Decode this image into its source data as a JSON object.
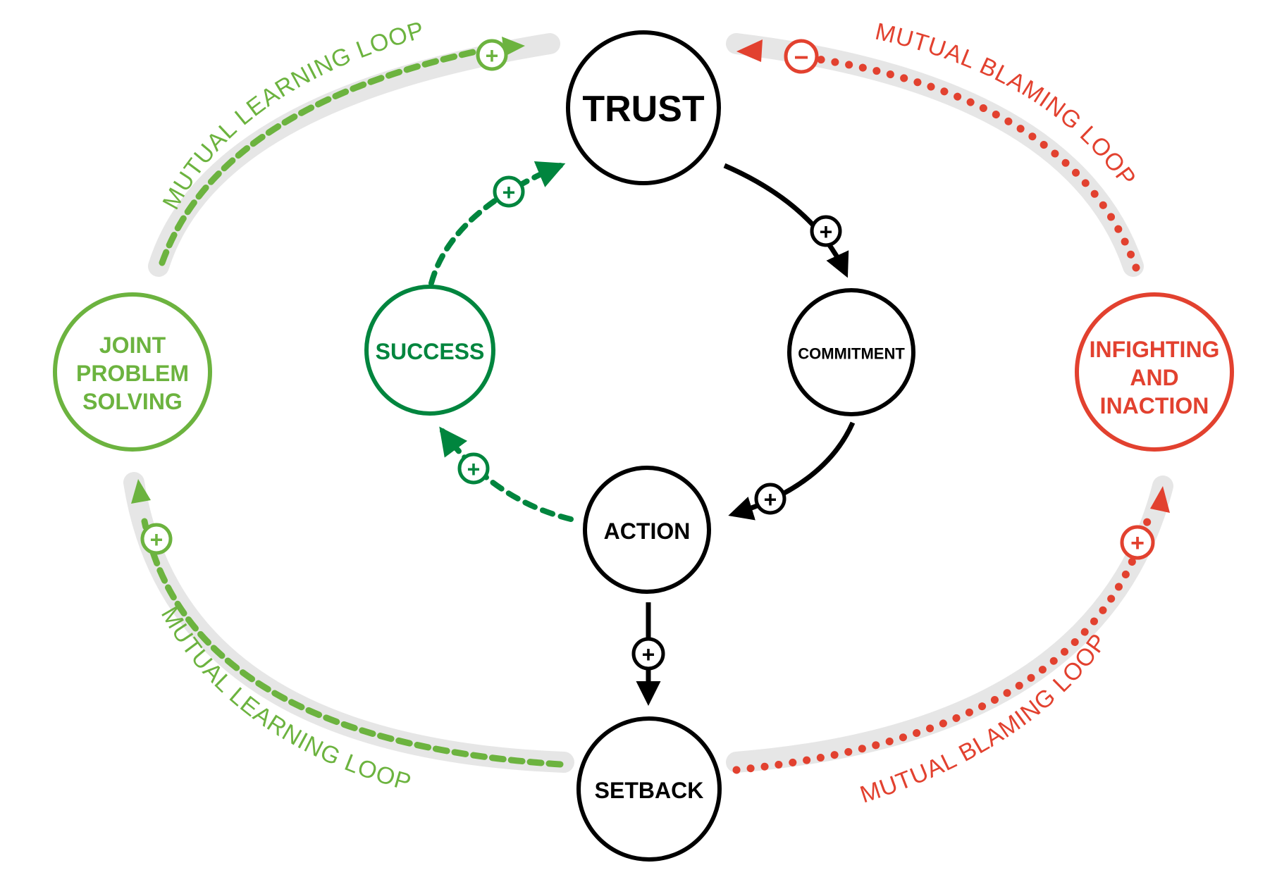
{
  "title": "Mutual Learning vs Mutual Blaming Loops",
  "colors": {
    "black": "#000000",
    "green_light": "#6cb33f",
    "green_dark": "#00853e",
    "red": "#e2412f",
    "track_gray": "#e6e6e6"
  },
  "nodes": {
    "trust": {
      "label": "TRUST"
    },
    "commitment": {
      "label": "COMMITMENT"
    },
    "action": {
      "label": "ACTION"
    },
    "setback": {
      "label": "SETBACK"
    },
    "success": {
      "label": "SUCCESS"
    },
    "joint": {
      "lines": [
        "JOINT",
        "PROBLEM",
        "SOLVING"
      ]
    },
    "infighting": {
      "lines": [
        "INFIGHTING",
        "AND",
        "INACTION"
      ]
    }
  },
  "loops": {
    "learning_top": {
      "label": "MUTUAL LEARNING LOOP",
      "polarity": "+"
    },
    "learning_bottom": {
      "label": "MUTUAL LEARNING LOOP",
      "polarity": "+"
    },
    "blaming_top": {
      "label": "MUTUAL BLAMING LOOP",
      "polarity": "−"
    },
    "blaming_bottom": {
      "label": "MUTUAL BLAMING LOOP",
      "polarity": "+"
    }
  },
  "edges": [
    {
      "from": "TRUST",
      "to": "COMMITMENT",
      "polarity": "+"
    },
    {
      "from": "COMMITMENT",
      "to": "ACTION",
      "polarity": "+"
    },
    {
      "from": "ACTION",
      "to": "SETBACK",
      "polarity": "+"
    },
    {
      "from": "ACTION",
      "to": "SUCCESS",
      "polarity": "+"
    },
    {
      "from": "SUCCESS",
      "to": "TRUST",
      "polarity": "+"
    },
    {
      "from": "SETBACK",
      "to": "JOINT PROBLEM SOLVING",
      "polarity": "+"
    },
    {
      "from": "JOINT PROBLEM SOLVING",
      "to": "TRUST",
      "polarity": "+"
    },
    {
      "from": "SETBACK",
      "to": "INFIGHTING AND INACTION",
      "polarity": "+"
    },
    {
      "from": "INFIGHTING AND INACTION",
      "to": "TRUST",
      "polarity": "−"
    }
  ]
}
